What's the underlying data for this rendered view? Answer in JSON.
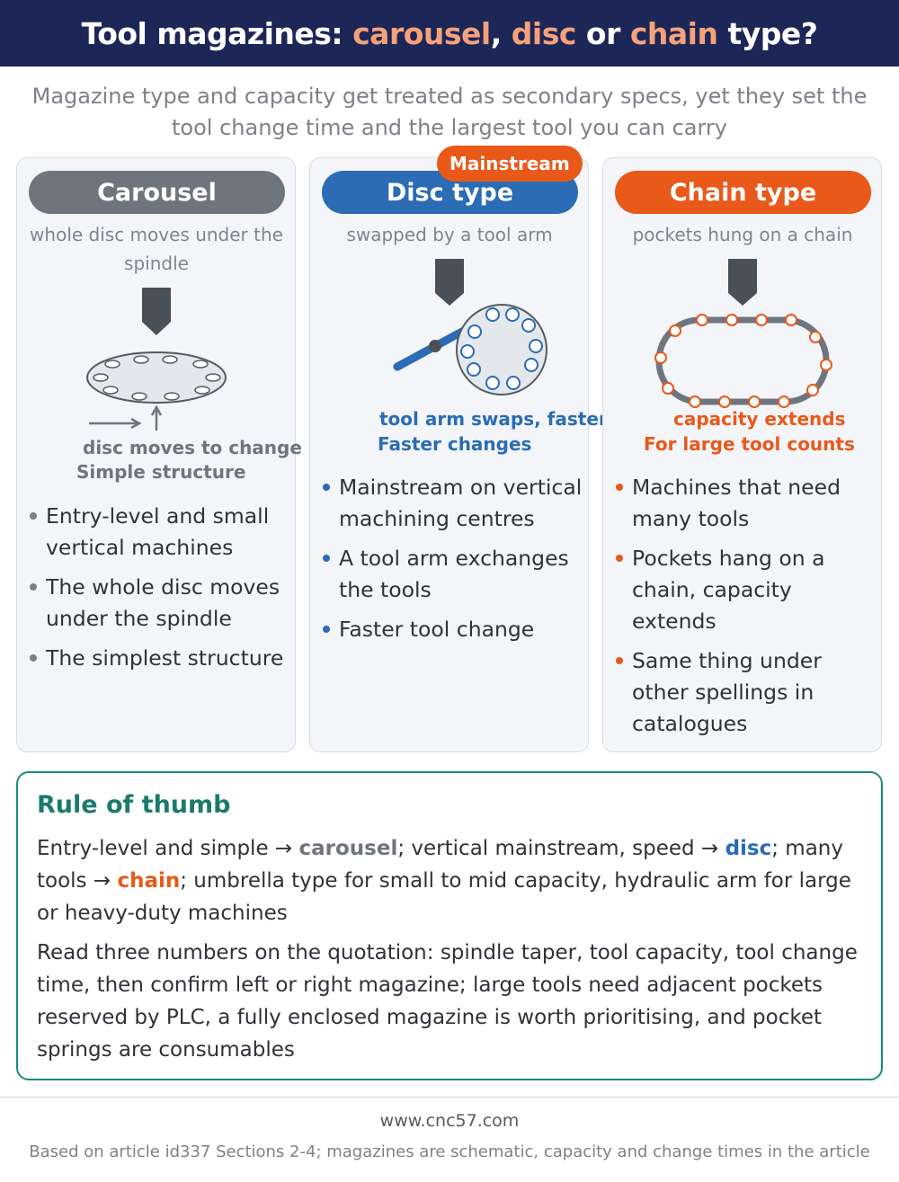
{
  "header": {
    "title_prefix": "Tool magazines: ",
    "kw1": "carousel",
    "sep1": ", ",
    "kw2": "disc",
    "sep2": " or ",
    "kw3": "chain",
    "title_suffix": " type?"
  },
  "intro": "Magazine type and capacity get treated as secondary specs, yet they set the tool change time and the largest tool you can carry",
  "cards": [
    {
      "title": "Carousel",
      "subtitle": "whole disc moves under the spindle",
      "caption1": "disc moves to change",
      "caption2": "Simple structure",
      "bullets": [
        "Entry-level and small vertical machines",
        "The whole disc moves under the spindle",
        "The simplest structure"
      ],
      "color": "#6f757f"
    },
    {
      "badge": "Mainstream",
      "title": "Disc type",
      "subtitle": "swapped by a tool arm",
      "caption1": "tool arm swaps, faster",
      "caption2": "Faster changes",
      "bullets": [
        "Mainstream on vertical machining centres",
        "A tool arm exchanges the tools",
        "Faster tool change"
      ],
      "color": "#2b6cb4"
    },
    {
      "title": "Chain type",
      "subtitle": "pockets hung on a chain",
      "caption1": "capacity extends",
      "caption2": "For large tool counts",
      "bullets": [
        "Machines that need many tools",
        "Pockets hang on a chain, capacity extends",
        "Same thing under other spellings in catalogues"
      ],
      "color": "#e8591a"
    }
  ],
  "rule": {
    "heading": "Rule of thumb",
    "p1": {
      "a": "Entry-level and simple → ",
      "k1": "carousel",
      "b": "; vertical mainstream, speed → ",
      "k2": "disc",
      "c": "; many tools → ",
      "k3": "chain",
      "d": "; umbrella type for small to mid capacity, hydraulic arm for large or heavy-duty machines"
    },
    "p2": "Read three numbers on the quotation: spindle taper, tool capacity, tool change time, then confirm left or right magazine; large tools need adjacent pockets reserved by PLC, a fully enclosed magazine is worth prioritising, and pocket springs are consumables"
  },
  "footer": {
    "site": "www.cnc57.com",
    "note": "Based on article id337 Sections 2-4; magazines are schematic, capacity and change times in the article"
  },
  "colors": {
    "navy": "#1c2657",
    "grey": "#6f757f",
    "blue": "#2b6cb4",
    "orange": "#e8591a",
    "teal": "#1a8c7a"
  }
}
